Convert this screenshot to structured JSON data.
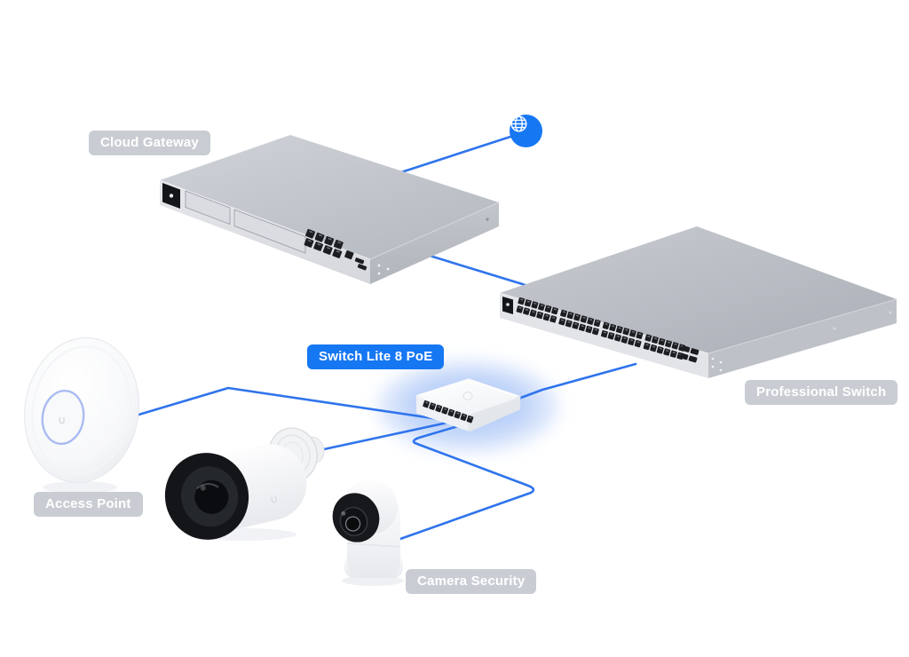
{
  "devices": [
    {
      "id": "cloud-gateway",
      "label": "Cloud Gateway",
      "badge_style": "gray"
    },
    {
      "id": "professional-switch",
      "label": "Professional Switch",
      "badge_style": "gray"
    },
    {
      "id": "switch-lite-8-poe",
      "label": "Switch Lite 8 PoE",
      "badge_style": "blue",
      "highlighted": true
    },
    {
      "id": "access-point",
      "label": "Access Point",
      "badge_style": "gray"
    },
    {
      "id": "camera-security",
      "label": "Camera Security",
      "badge_style": "gray"
    }
  ],
  "internet": {
    "icon": "globe-icon"
  },
  "connections": [
    {
      "from": "internet",
      "to": "cloud-gateway"
    },
    {
      "from": "cloud-gateway",
      "to": "professional-switch"
    },
    {
      "from": "professional-switch",
      "to": "switch-lite-8-poe"
    },
    {
      "from": "switch-lite-8-poe",
      "to": "access-point"
    },
    {
      "from": "switch-lite-8-poe",
      "to": "bullet-camera"
    },
    {
      "from": "switch-lite-8-poe",
      "to": "dome-camera"
    }
  ],
  "colors": {
    "accent_blue": "#1677f3",
    "connection_line": "#2f74ec",
    "badge_gray": "#c9cdd3",
    "badge_text": "#ffffff",
    "background": "#ffffff",
    "device_gray": "#c0c3ca",
    "highlight_glow": "#b5cdf8"
  }
}
